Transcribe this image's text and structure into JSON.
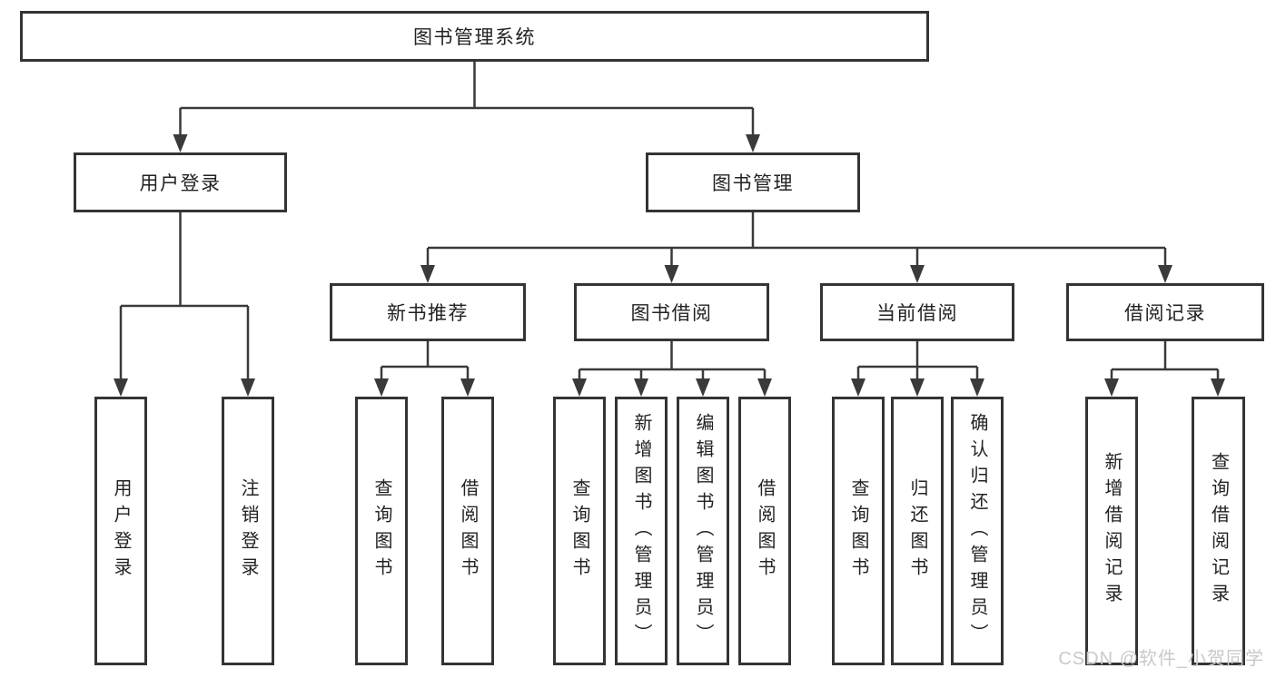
{
  "colors": {
    "background": "#ffffff",
    "line": "#3a3a3a",
    "box_border": "#343434",
    "text": "#222222",
    "watermark": "#c9c9c9"
  },
  "watermark": {
    "text": "CSDN @软件_小贺同学"
  },
  "tree": {
    "label": "图书管理系统",
    "children": [
      {
        "label": "用户登录",
        "leaves": [
          "用户登录",
          "注销登录"
        ]
      },
      {
        "label": "图书管理",
        "children": [
          {
            "label": "新书推荐",
            "leaves": [
              "查询图书",
              "借阅图书"
            ]
          },
          {
            "label": "图书借阅",
            "leaves": [
              "查询图书",
              "新增图书（管理员）",
              "编辑图书（管理员）",
              "借阅图书"
            ]
          },
          {
            "label": "当前借阅",
            "leaves": [
              "查询图书",
              "归还图书",
              "确认归还（管理员）"
            ]
          },
          {
            "label": "借阅记录",
            "leaves": [
              "新增借阅记录",
              "查询借阅记录"
            ]
          }
        ]
      }
    ]
  }
}
